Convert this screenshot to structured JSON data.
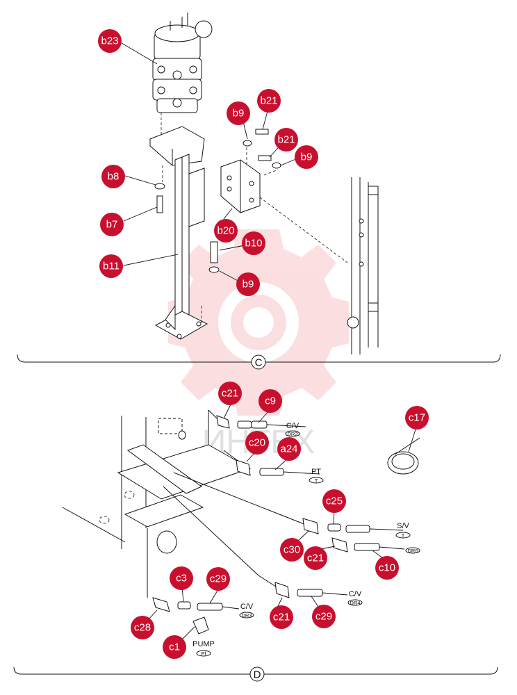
{
  "sections": {
    "upper": "C",
    "lower": "D"
  },
  "callouts": {
    "b23": "b23",
    "b9_top": "b9",
    "b21_top": "b21",
    "b21_mid": "b21",
    "b9_mid": "b9",
    "b8": "b8",
    "b7": "b7",
    "b20": "b20",
    "b10": "b10",
    "b11": "b11",
    "b9_low": "b9",
    "c21_top": "c21",
    "c9": "c9",
    "c17": "c17",
    "c20": "c20",
    "a24": "a24",
    "c25": "c25",
    "c30": "c30",
    "c21_mid": "c21",
    "c10": "c10",
    "c3": "c3",
    "c29_left": "c29",
    "c28": "c28",
    "c1": "c1",
    "c21_low": "c21",
    "c29_right": "c29"
  },
  "port_labels": {
    "cv_top": "C/V",
    "cv_top_tag": "DR2",
    "pt": "PT",
    "pt_tag": "T",
    "sv": "S/V",
    "sv_tag": "T",
    "dr6_tag": "DR6",
    "cv_left": "C/V",
    "cv_left_tag": "DR3",
    "cv_right": "C/V",
    "cv_right_tag": "DR4",
    "pump": "PUMP",
    "pump_tag": "Pf"
  },
  "colors": {
    "callout": "#c8102e",
    "watermark": "#f4a3a8"
  }
}
